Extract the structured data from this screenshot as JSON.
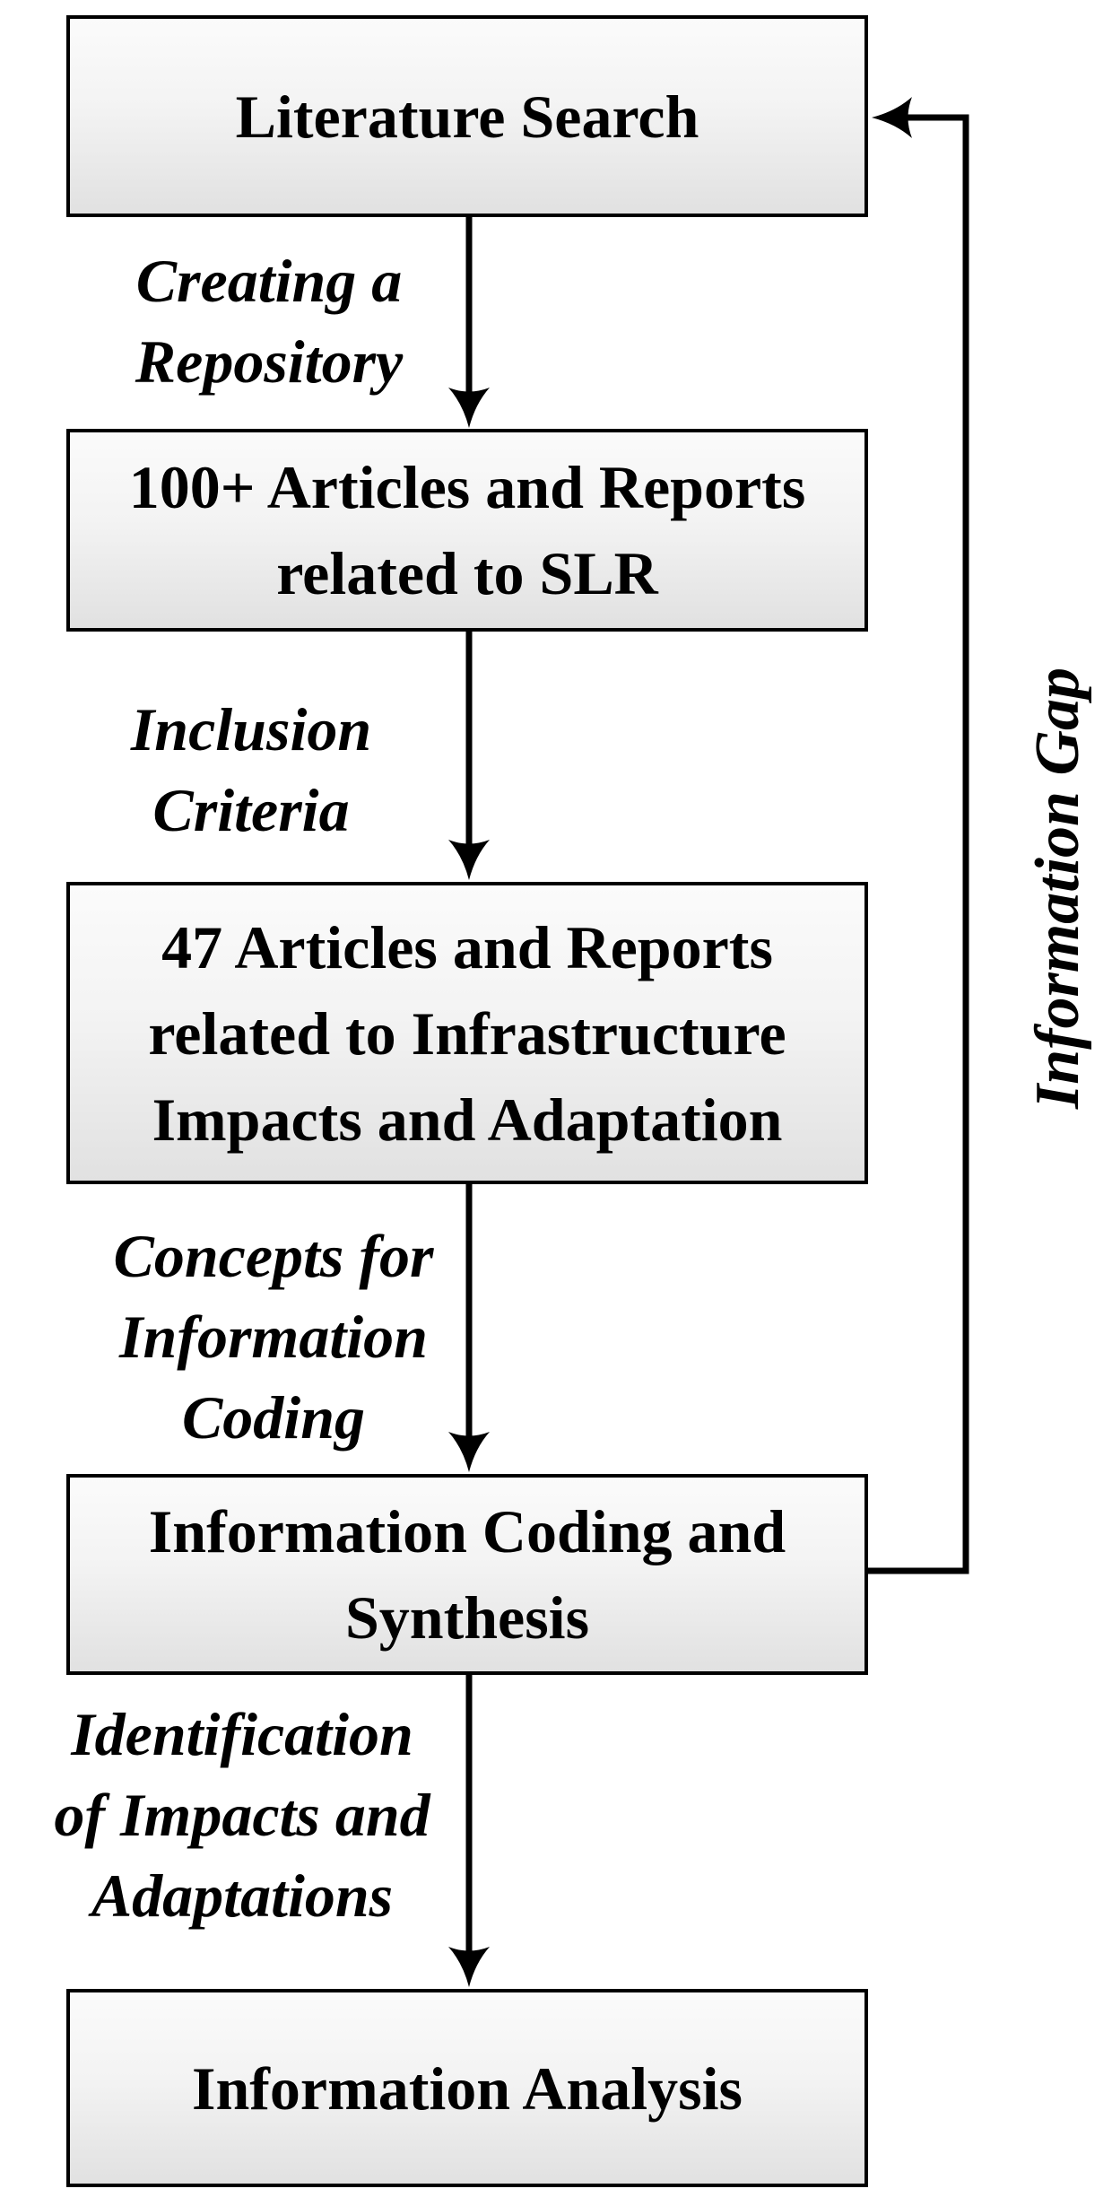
{
  "figure": {
    "background_color": "#ffffff",
    "line_color": "#000000",
    "box_border_color": "#000000",
    "box_fill_top": "#fbfbfb",
    "box_fill_bottom": "#e1e1e1",
    "nodes": [
      {
        "id": "literature-search",
        "label": "Literature Search"
      },
      {
        "id": "repository",
        "label": "100+ Articles and Reports\nrelated to SLR"
      },
      {
        "id": "filtered",
        "label": "47 Articles and Reports\nrelated to Infrastructure\nImpacts and Adaptation"
      },
      {
        "id": "coding",
        "label": "Information Coding and\nSynthesis"
      },
      {
        "id": "analysis",
        "label": "Information Analysis"
      }
    ],
    "edge_labels": [
      {
        "from": "literature-search",
        "to": "repository",
        "label": "Creating a\nRepository"
      },
      {
        "from": "repository",
        "to": "filtered",
        "label": "Inclusion\nCriteria"
      },
      {
        "from": "filtered",
        "to": "coding",
        "label": "Concepts for\nInformation\nCoding"
      },
      {
        "from": "coding",
        "to": "analysis",
        "label": "Identification\nof Impacts and\nAdaptations"
      }
    ],
    "feedback_edge": {
      "from": "coding",
      "to": "literature-search",
      "label": "Information Gap"
    }
  }
}
